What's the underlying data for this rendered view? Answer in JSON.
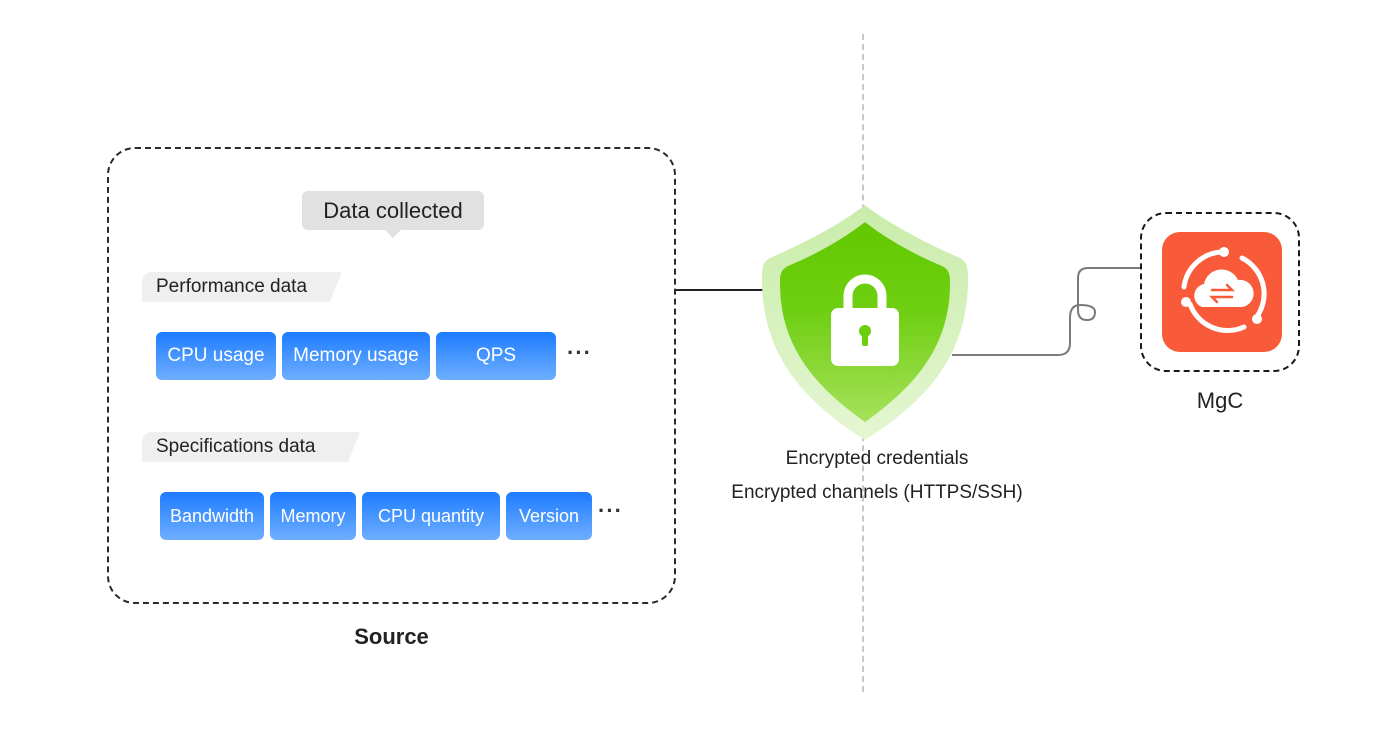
{
  "source": {
    "title": "Source",
    "bubble": "Data collected",
    "sections": [
      {
        "label": "Performance data",
        "items": [
          "CPU usage",
          "Memory usage",
          "QPS"
        ],
        "more": "···"
      },
      {
        "label": "Specifications data",
        "items": [
          "Bandwidth",
          "Memory",
          "CPU quantity",
          "Version"
        ],
        "more": "···"
      }
    ]
  },
  "security": {
    "icon": "shield-lock-icon",
    "captions": [
      "Encrypted credentials",
      "Encrypted channels (HTTPS/SSH)"
    ]
  },
  "target": {
    "label": "MgC",
    "icon": "cloud-sync-icon"
  },
  "colors": {
    "chip_blue": "#1e7bff",
    "shield_green": "#66cc00",
    "mgc_orange": "#f95b3a",
    "divider": "#c8c8c8"
  }
}
